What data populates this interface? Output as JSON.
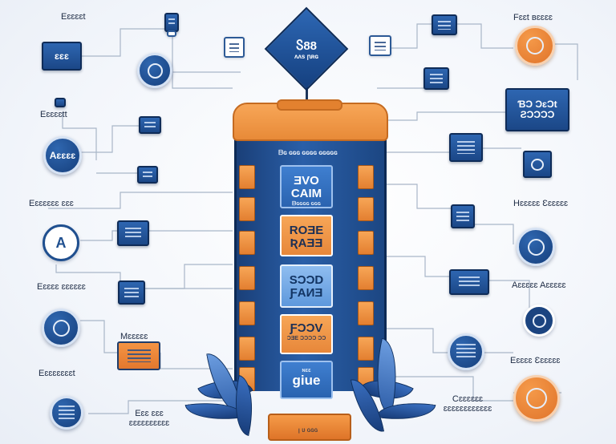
{
  "tower": {
    "kite_title": "Ⴝ88",
    "kite_sub": "ʌʌs ꞃʀɢ",
    "header": "ᗷɢ ɢɢɢ ɢɢɢɢ ɢɢɢɢɢ",
    "panels": [
      {
        "big": "ƎVO CAƖM",
        "small": "ᗷɢɢɢɢ ɢɢɢ",
        "style": "blue"
      },
      {
        "big": "ROƎE ƦAƎƎ",
        "small": "",
        "style": "orange"
      },
      {
        "big": "SƆƆD ƑAИƎ",
        "small": "",
        "style": "light"
      },
      {
        "big": "ƑƆƆV",
        "small": "ƆƎE ƆƆƆƆ ƆƆ",
        "style": "orange"
      },
      {
        "big": "giue",
        "small": "ɴɛɛ",
        "style": "blue"
      }
    ],
    "base_label": "ꞁ ʋ ɢɢɢ"
  },
  "labels": {
    "top_left": "Eɛɛɛɛt",
    "top_right": "Fɛɛt ʙɛɛɛɛ",
    "left_2": "Eɛɛɛɛtt",
    "left_3": "Eɛɛɛɛɛɛ ɛɛɛ",
    "left_4": "Eɛɛɛɛ ɛɛɛɛɛɛ",
    "left_5_top": "Mɛɛɛɛɛ",
    "left_6": "Eɛɛɛɛɛɛɛt",
    "bottom_left": "Eɛɛ ɛɛɛ ɛɛɛɛɛɛɛɛɛɛ",
    "right_3": "Hɛɛɛɛɛ Ɛɛɛɛɛɛ",
    "right_4": "Aɛɛɛɛɛ Aɛɛɛɛɛ",
    "right_5": "Eɛɛɛɛ Ɛɛɛɛɛɛ",
    "bottom_right": "Cɛɛɛɛɛɛ ɛɛɛɛɛɛɛɛɛɛɛɛ"
  },
  "nodes": {
    "badge_left_1": "ɛɛɛ",
    "circle_left_3": "Aɛɛɛɛ",
    "circle_left_4": "A",
    "box_right_1": "ƁƆ ƆɛƆt ƧƆƆƆƆ"
  }
}
